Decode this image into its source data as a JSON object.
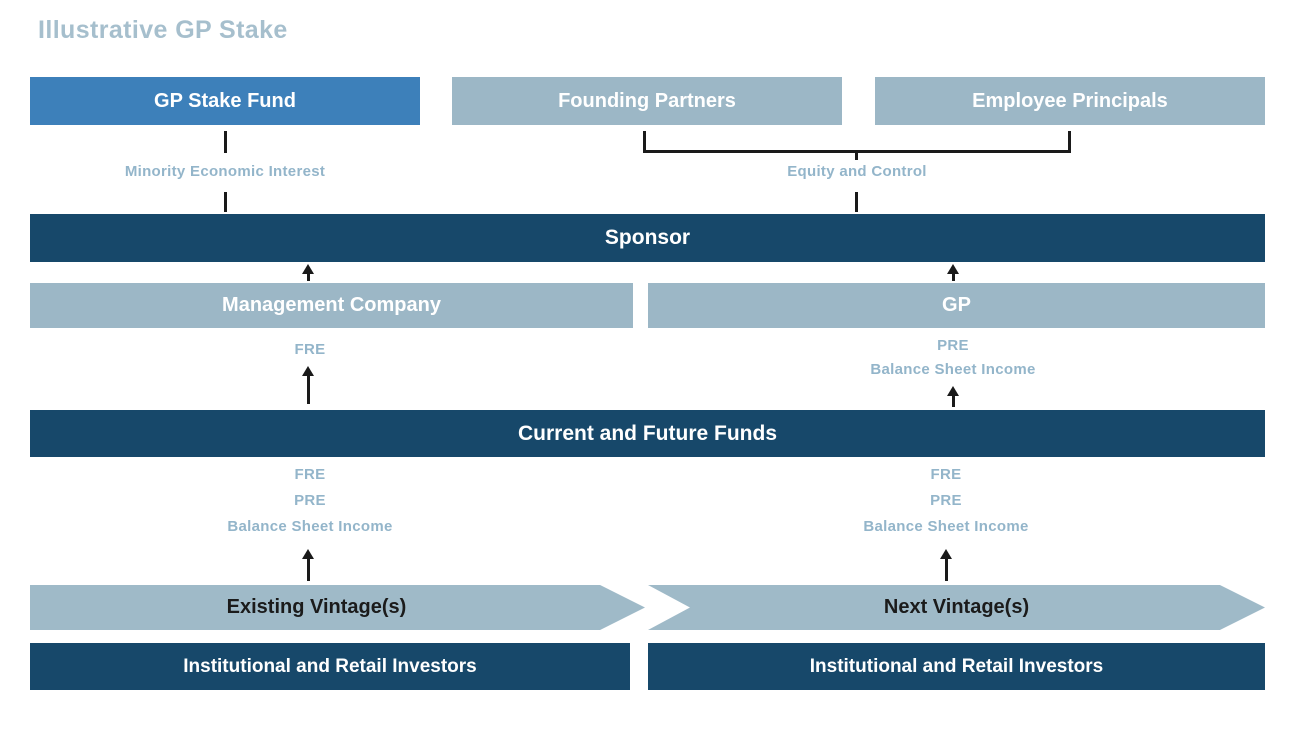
{
  "title": "Illustrative GP Stake",
  "colors": {
    "dark_navy": "#17486a",
    "accent_blue": "#3d80ba",
    "light_blue": "#9cb7c6",
    "label_blue": "#93b5ca",
    "title_blue": "#a6bfcd",
    "connector_black": "#1a1a1a",
    "vintage_text": "#1b1b1b"
  },
  "top_row": {
    "gp_stake_fund": "GP Stake Fund",
    "founding_partners": "Founding Partners",
    "employee_principals": "Employee Principals"
  },
  "connector_labels": {
    "minority_economic_interest": "Minority Economic Interest",
    "equity_and_control": "Equity and Control"
  },
  "sponsor_bar": "Sponsor",
  "mid_row": {
    "management_company": "Management Company",
    "gp": "GP"
  },
  "flow_labels": {
    "funds_to_management": [
      "FRE"
    ],
    "funds_to_gp": [
      "PRE",
      "Balance Sheet Income"
    ],
    "existing_vintage_to_funds": [
      "FRE",
      "PRE",
      "Balance Sheet Income"
    ],
    "next_vintage_to_funds": [
      "FRE",
      "PRE",
      "Balance Sheet Income"
    ]
  },
  "funds_bar": "Current and Future Funds",
  "vintage_row": {
    "existing": "Existing Vintage(s)",
    "next": "Next Vintage(s)"
  },
  "investors_row": {
    "left": "Institutional and Retail Investors",
    "right": "Institutional and Retail Investors"
  }
}
